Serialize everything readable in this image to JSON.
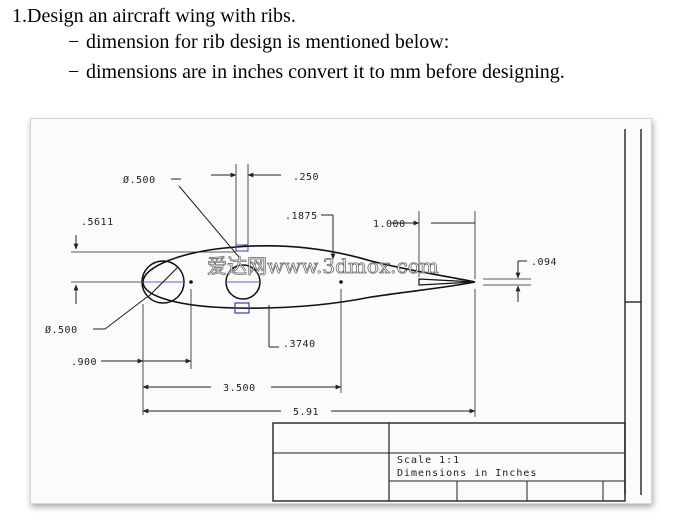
{
  "instructions": {
    "title": "1.Design an aircraft wing with ribs.",
    "bullets": [
      {
        "dash": "−",
        "text": "dimension for rib design is mentioned below:"
      },
      {
        "dash": "−",
        "text": "dimensions are in inches convert it to mm before designing."
      }
    ]
  },
  "drawing": {
    "dimensions": {
      "hole_diameter_top": "Ø.500",
      "thickness_250": ".250",
      "thickness_1875": ".1875",
      "offset_5611": ".5611",
      "length_1000": "1.000",
      "tip_094": ".094",
      "hole_diameter_left": "Ø.500",
      "spacing_3740": ".3740",
      "dist_900": ".900",
      "dist_3500": "3.500",
      "chord_591": "5.91"
    },
    "watermark": "爱达网www.3dmox.com",
    "title_block": {
      "scale": "Scale 1:1",
      "units": "Dimensions in Inches"
    }
  }
}
